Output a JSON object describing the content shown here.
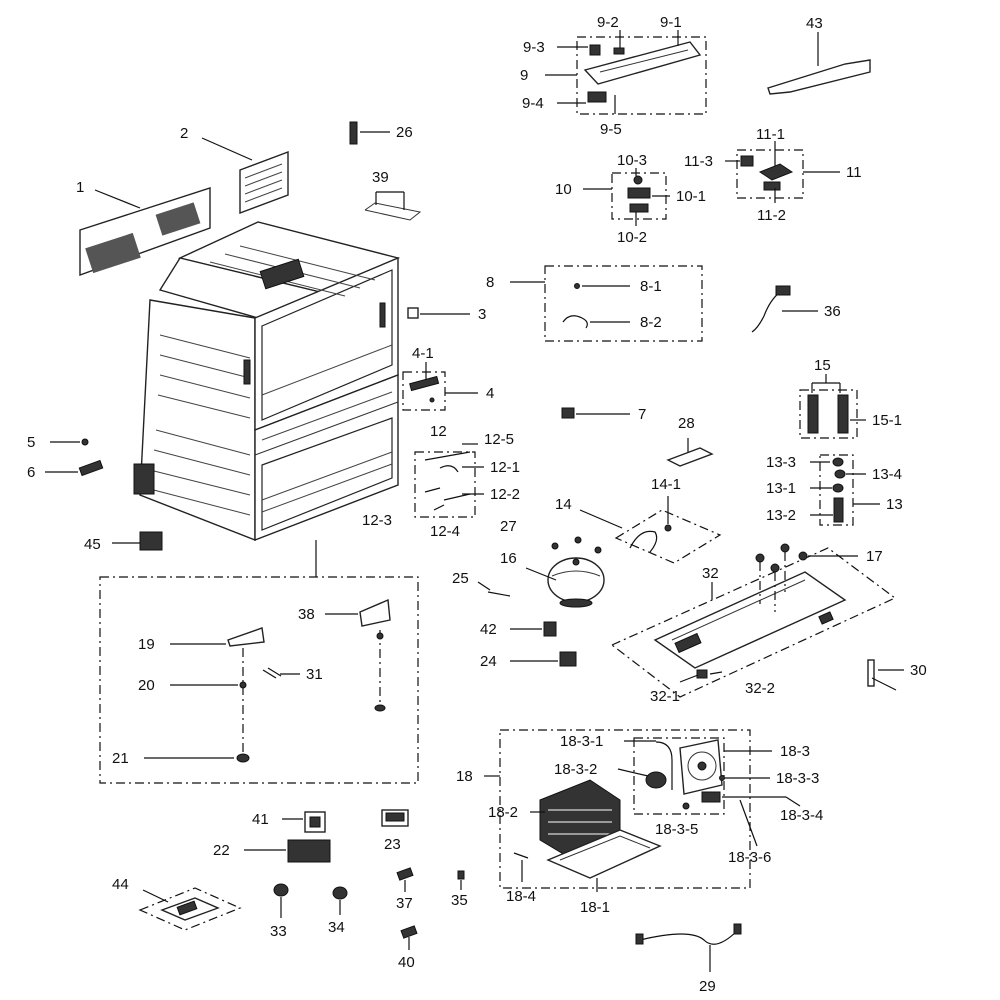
{
  "labels": {
    "l1": "1",
    "l2": "2",
    "l3": "3",
    "l4": "4",
    "l4_1": "4-1",
    "l5": "5",
    "l6": "6",
    "l7": "7",
    "l8": "8",
    "l8_1": "8-1",
    "l8_2": "8-2",
    "l9": "9",
    "l9_1": "9-1",
    "l9_2": "9-2",
    "l9_3": "9-3",
    "l9_4": "9-4",
    "l9_5": "9-5",
    "l10": "10",
    "l10_1": "10-1",
    "l10_2": "10-2",
    "l10_3": "10-3",
    "l11": "11",
    "l11_1": "11-1",
    "l11_2": "11-2",
    "l11_3": "11-3",
    "l12": "12",
    "l12_1": "12-1",
    "l12_2": "12-2",
    "l12_3": "12-3",
    "l12_4": "12-4",
    "l12_5": "12-5",
    "l13": "13",
    "l13_1": "13-1",
    "l13_2": "13-2",
    "l13_3": "13-3",
    "l13_4": "13-4",
    "l14": "14",
    "l14_1": "14-1",
    "l15": "15",
    "l15_1": "15-1",
    "l16": "16",
    "l17": "17",
    "l18": "18",
    "l18_1": "18-1",
    "l18_2": "18-2",
    "l18_3": "18-3",
    "l18_3_1": "18-3-1",
    "l18_3_2": "18-3-2",
    "l18_3_3": "18-3-3",
    "l18_3_4": "18-3-4",
    "l18_3_5": "18-3-5",
    "l18_3_6": "18-3-6",
    "l18_4": "18-4",
    "l19": "19",
    "l20": "20",
    "l21": "21",
    "l22": "22",
    "l23": "23",
    "l24": "24",
    "l25": "25",
    "l26": "26",
    "l27": "27",
    "l28": "28",
    "l29": "29",
    "l30": "30",
    "l31": "31",
    "l32": "32",
    "l32_1": "32-1",
    "l32_2": "32-2",
    "l33": "33",
    "l34": "34",
    "l35": "35",
    "l36": "36",
    "l37": "37",
    "l38": "38",
    "l39": "39",
    "l40": "40",
    "l41": "41",
    "l42": "42",
    "l43": "43",
    "l44": "44",
    "l45": "45"
  }
}
